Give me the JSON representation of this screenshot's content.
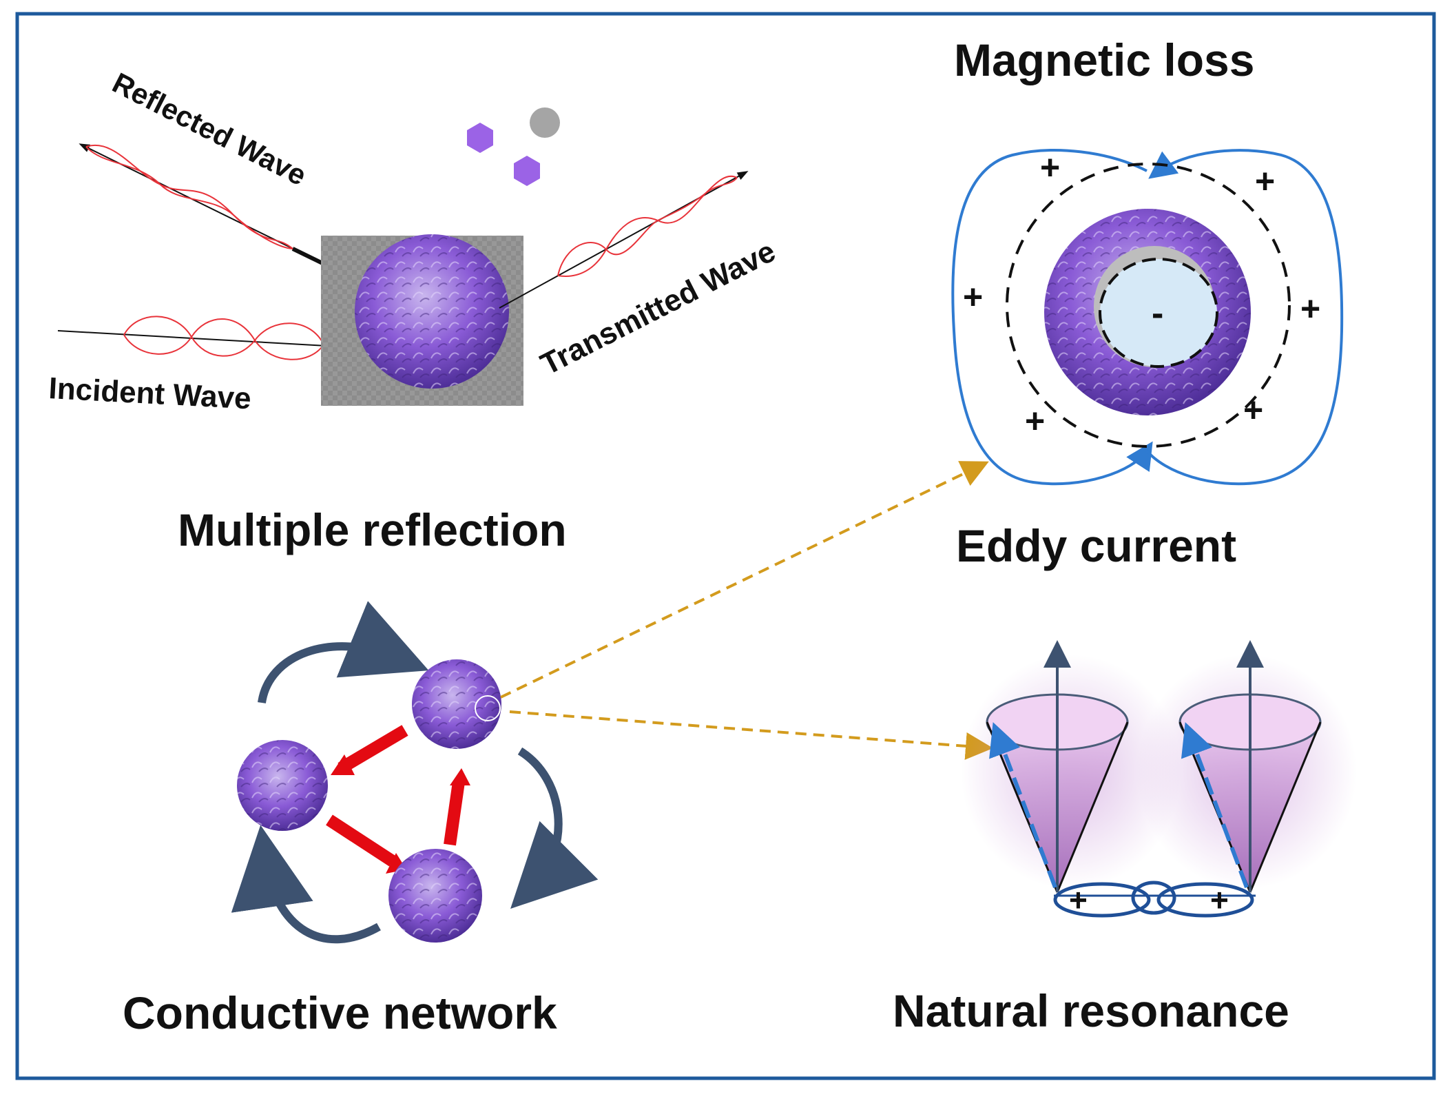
{
  "labels": {
    "reflected": "Reflected Wave",
    "transmitted": "Transmitted Wave",
    "incident": "Incident Wave",
    "multiple_reflection": "Multiple reflection",
    "magnetic_loss": "Magnetic loss",
    "eddy_current": "Eddy current",
    "conductive_network": "Conductive network",
    "natural_resonance": "Natural resonance"
  },
  "signs": {
    "plus": "+",
    "minus": "-"
  },
  "colors": {
    "frame": "#1d5a9c",
    "wave": "#e8333a",
    "particle": "#8a5bd6",
    "particle_dark": "#5b3aa8",
    "hexagon": "#9b63e6",
    "grey_dot": "#a5a5a5",
    "field_line": "#2f7bd1",
    "dashed_arrow": "#d39b1d",
    "red_arrow": "#e30a12",
    "navy_arrow": "#3a4b66",
    "cone": "#c78ed9",
    "loop": "#1f4f97",
    "core_fill": "#d6e9f7"
  },
  "icons": [
    "hexagon-icon",
    "circle-icon",
    "particle-sphere-icon",
    "cone-icon",
    "ring-loop-icon",
    "curved-arrow-icon"
  ]
}
